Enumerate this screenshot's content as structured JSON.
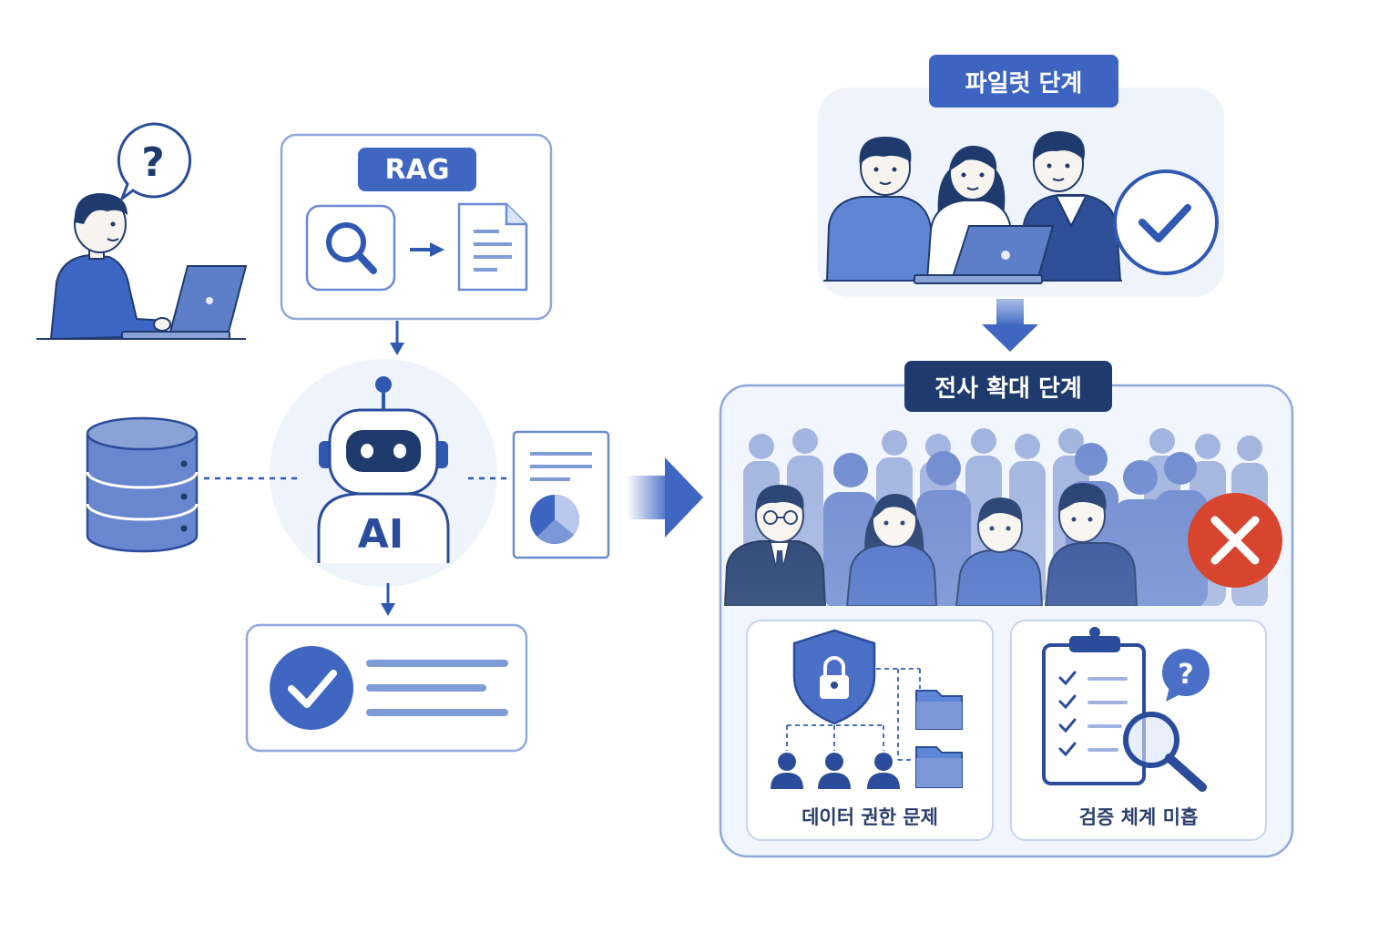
{
  "labels": {
    "rag": "RAG",
    "ai": "AI",
    "pilot_stage": "파일럿 단계",
    "enterprise_stage": "전사 확대 단계",
    "data_permission_issue": "데이터 권한 문제",
    "verification_lacking": "검증 체계 미흡"
  },
  "icons": {
    "question_bubble": "question-bubble-icon",
    "search": "search-icon",
    "document": "document-icon",
    "database": "database-icon",
    "robot": "robot-icon",
    "report": "report-chart-icon",
    "check": "check-icon",
    "cross": "x-icon",
    "shield_lock": "shield-lock-icon",
    "folder": "folder-icon",
    "user": "user-icon",
    "clipboard": "clipboard-checklist-icon",
    "magnifier": "magnifier-icon"
  },
  "colors": {
    "primary": "#3f67c2",
    "navy": "#1f3a6d",
    "light_blue": "#eef3fc",
    "border": "#8fa8dc",
    "success_check": "#3f67c2",
    "error_red": "#d8452f"
  }
}
